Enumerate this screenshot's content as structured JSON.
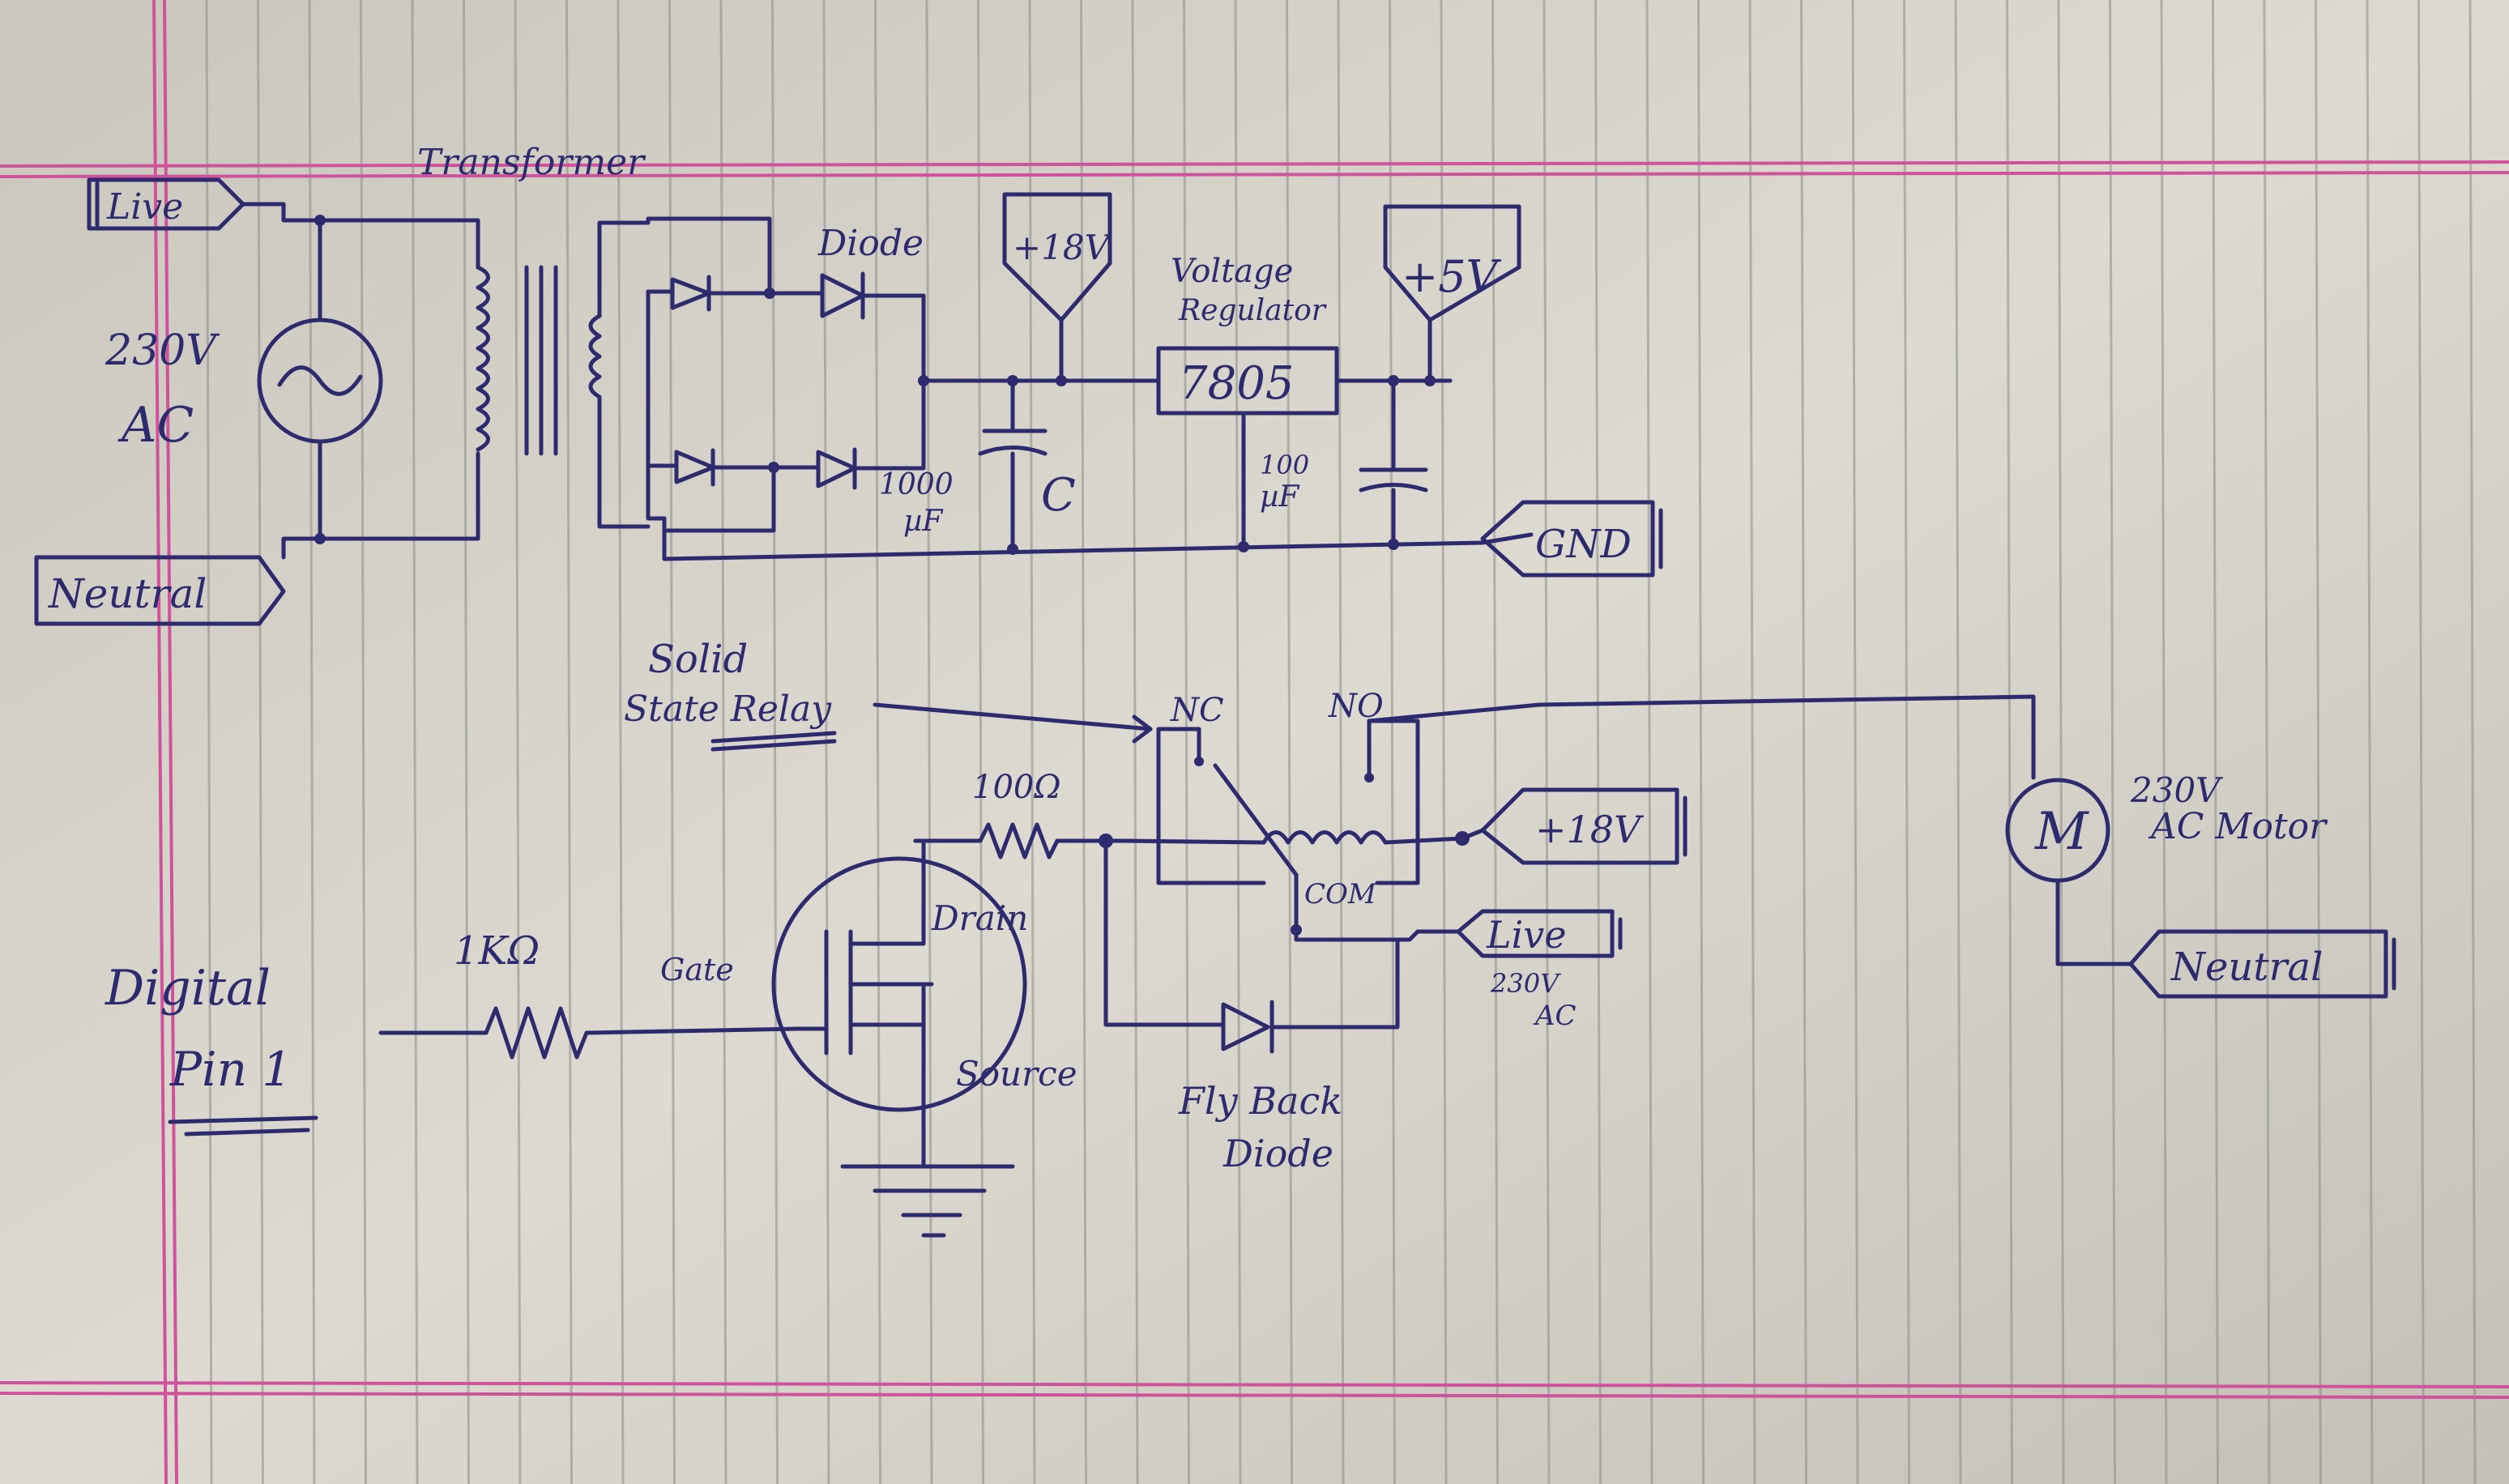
{
  "colors": {
    "paper": "#d6d3c9",
    "paper_shadow": "#b9b6ad",
    "rule_line": "#8d8c88",
    "margin_line": "#d0529b",
    "ink": "#2e2a6e"
  },
  "labels": {
    "live_top": "Live",
    "neutral_top": "Neutral",
    "ac_voltage": "230V",
    "ac_unit": "AC",
    "transformer": "Transformer",
    "diode": "Diode",
    "plus18_top": "+18V",
    "regulator_title_1": "Voltage",
    "regulator_title_2": "Regulator",
    "regulator_part": "7805",
    "plus5": "+5V",
    "cap_1000": "1000",
    "cap_1000_unit": "µF",
    "cap_c": "C",
    "cap_100": "100",
    "cap_100_unit": "µF",
    "gnd": "GND",
    "ssr_1": "Solid",
    "ssr_2": "State Relay",
    "nc": "NC",
    "no": "NO",
    "com": "COM",
    "r100": "100Ω",
    "plus18_relay": "+18V",
    "live_relay": "Live",
    "relay_voltage": "230V",
    "relay_ac": "AC",
    "motor_symbol": "M",
    "motor_label_1": "230V",
    "motor_label_2": "AC Motor",
    "neutral_motor": "Neutral",
    "r1k": "1KΩ",
    "gate": "Gate",
    "drain": "Drain",
    "source": "Source",
    "digital_1": "Digital",
    "digital_2": "Pin 1",
    "flyback_1": "Fly Back",
    "flyback_2": "Diode"
  }
}
